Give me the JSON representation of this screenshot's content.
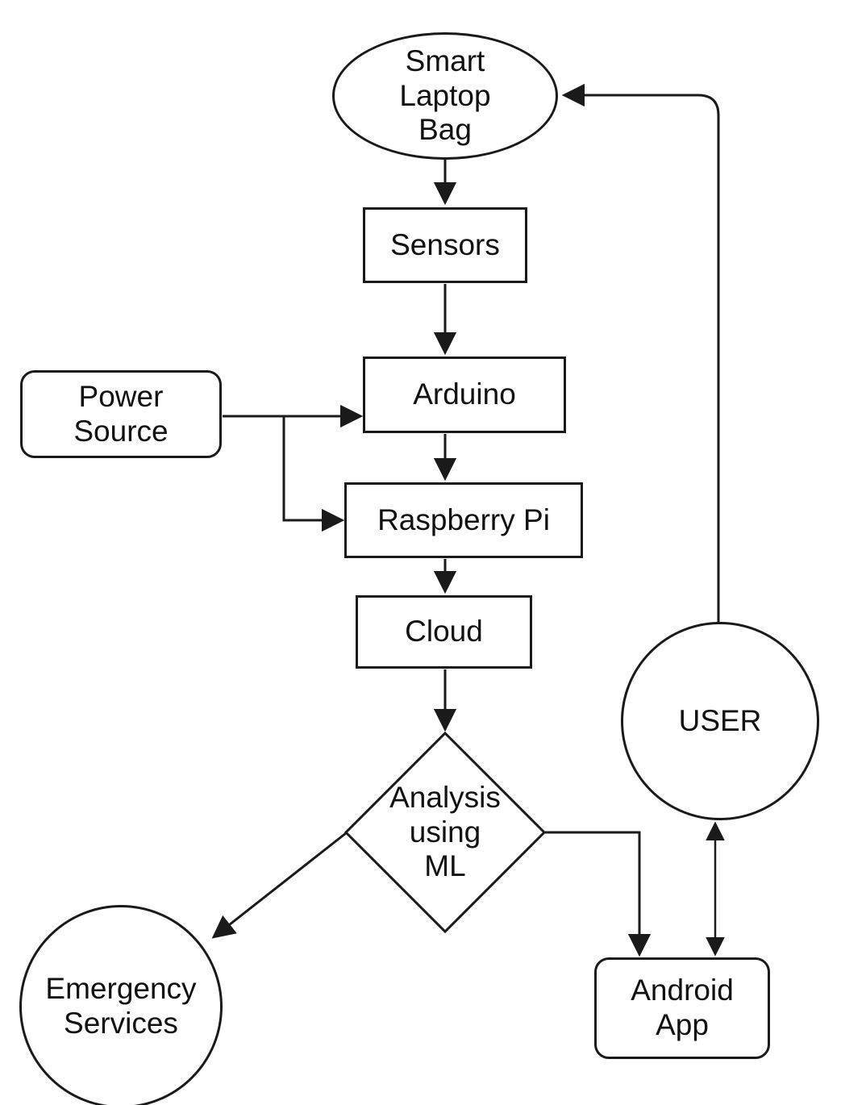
{
  "diagram": {
    "colors": {
      "stroke": "#1a1a1a",
      "text": "#111111",
      "background": "#ffffff"
    },
    "nodes": {
      "smart_laptop_bag": {
        "label": "Smart\nLaptop\nBag",
        "shape": "ellipse"
      },
      "sensors": {
        "label": "Sensors",
        "shape": "rectangle"
      },
      "arduino": {
        "label": "Arduino",
        "shape": "rectangle"
      },
      "power_source": {
        "label": "Power\nSource",
        "shape": "rounded-rectangle"
      },
      "raspberry_pi": {
        "label": "Raspberry Pi",
        "shape": "rectangle"
      },
      "cloud": {
        "label": "Cloud",
        "shape": "rectangle"
      },
      "analysis_ml": {
        "label": "Analysis\nusing\nML",
        "shape": "diamond"
      },
      "emergency_services": {
        "label": "Emergency\nServices",
        "shape": "circle"
      },
      "user": {
        "label": "USER",
        "shape": "circle"
      },
      "android_app": {
        "label": "Android\nApp",
        "shape": "rounded-rectangle"
      }
    },
    "edges": [
      {
        "from": "smart_laptop_bag",
        "to": "sensors",
        "arrow": "end"
      },
      {
        "from": "sensors",
        "to": "arduino",
        "arrow": "end"
      },
      {
        "from": "power_source",
        "to": "arduino",
        "arrow": "end"
      },
      {
        "from": "power_source",
        "to": "raspberry_pi",
        "arrow": "end"
      },
      {
        "from": "arduino",
        "to": "raspberry_pi",
        "arrow": "end"
      },
      {
        "from": "raspberry_pi",
        "to": "cloud",
        "arrow": "end"
      },
      {
        "from": "cloud",
        "to": "analysis_ml",
        "arrow": "end"
      },
      {
        "from": "analysis_ml",
        "to": "emergency_services",
        "arrow": "end"
      },
      {
        "from": "analysis_ml",
        "to": "android_app",
        "arrow": "end"
      },
      {
        "from": "android_app",
        "to": "user",
        "arrow": "both"
      },
      {
        "from": "user",
        "to": "smart_laptop_bag",
        "arrow": "end"
      }
    ]
  }
}
